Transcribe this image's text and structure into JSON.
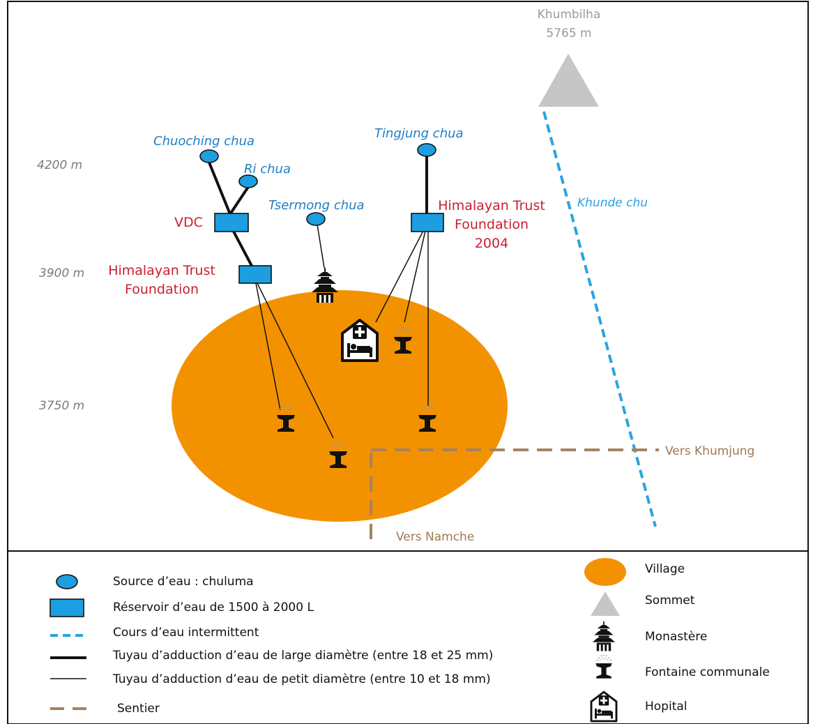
{
  "altitudes": [
    "4200 m",
    "3900 m",
    "3750 m"
  ],
  "summit": {
    "name": "Khumbilha",
    "elevation": "5765 m"
  },
  "stream_label": "Khunde chu",
  "sources": [
    {
      "name": "Chuoching chua"
    },
    {
      "name": "Ri chua"
    },
    {
      "name": "Tsermong chua"
    },
    {
      "name": "Tingjung chua"
    }
  ],
  "reservoirs": [
    {
      "label_lines": [
        "VDC"
      ]
    },
    {
      "label_lines": [
        "Himalayan Trust",
        "Foundation"
      ]
    },
    {
      "label_lines": [
        "Himalayan Trust",
        "Foundation",
        "2004"
      ]
    }
  ],
  "trails": {
    "khumjung": "Vers Khumjung",
    "namche": "Vers Namche"
  },
  "legend": {
    "water_source": "Source d’eau : chuluma",
    "reservoir": "Réservoir d’eau de 1500 à 2000 L",
    "stream": "Cours d’eau intermittent",
    "large_pipe": "Tuyau d’adduction d’eau de large diamètre (entre 18 et 25 mm)",
    "small_pipe": "Tuyau d’adduction d’eau de petit diamètre (entre 10 et 18 mm)",
    "trail": "Sentier",
    "village": "Village",
    "summit": "Sommet",
    "monastery": "Monastère",
    "fountain": "Fontaine communale",
    "hospital": "Hopital"
  },
  "colors": {
    "village": "#f39200",
    "water": "#1c9ee0",
    "summit": "#c6c6c6",
    "stream": "#2aa4de",
    "trail": "#a58361",
    "label_red": "#c8202f",
    "label_blue": "#1f7fc3"
  }
}
